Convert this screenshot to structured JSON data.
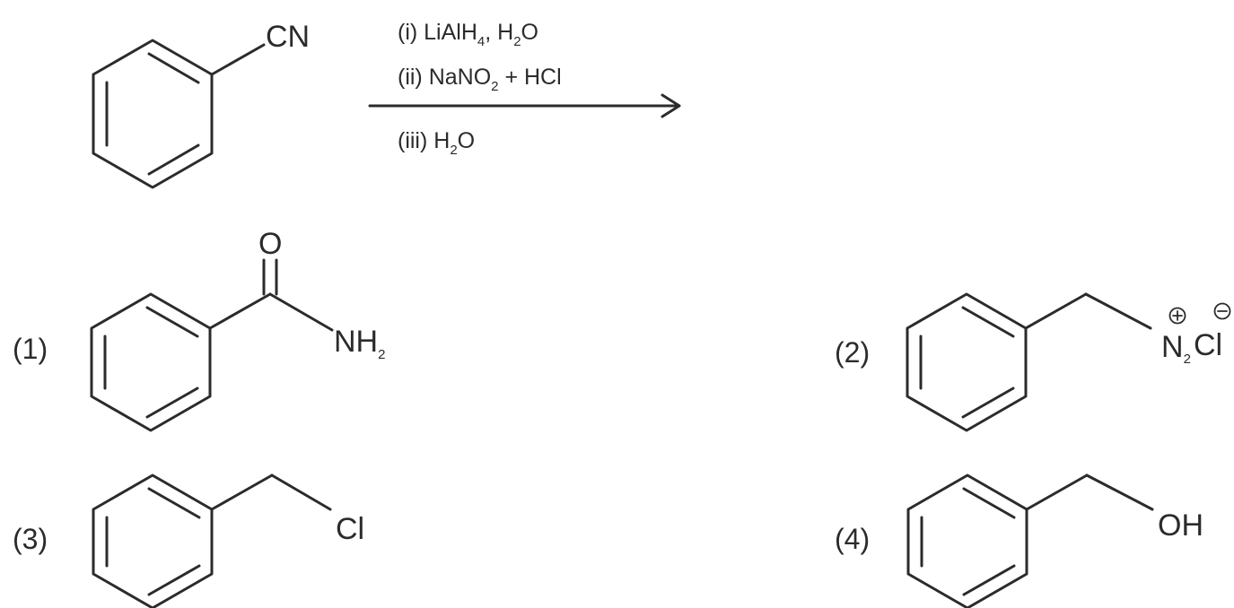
{
  "reactant": {
    "group": "CN"
  },
  "conditions": {
    "step1": {
      "prefix": "(i) LiAlH",
      "sub1": "4",
      "mid": ", H",
      "sub2": "2",
      "suffix": "O"
    },
    "step2": {
      "prefix": "(ii) NaNO",
      "sub1": "2",
      "suffix": " + HCl"
    },
    "step3": {
      "prefix": "(iii) H",
      "sub1": "2",
      "suffix": "O"
    }
  },
  "options": [
    {
      "number": "(1)",
      "atoms": {
        "oxygen": "O",
        "amine": "NH",
        "amine_sub": "2"
      }
    },
    {
      "number": "(2)",
      "atoms": {
        "nitrogen": "N",
        "nitrogen_sub": "2",
        "chloride": "Cl"
      }
    },
    {
      "number": "(3)",
      "atoms": {
        "chlorine": "Cl"
      }
    },
    {
      "number": "(4)",
      "atoms": {
        "hydroxyl": "OH"
      }
    }
  ]
}
